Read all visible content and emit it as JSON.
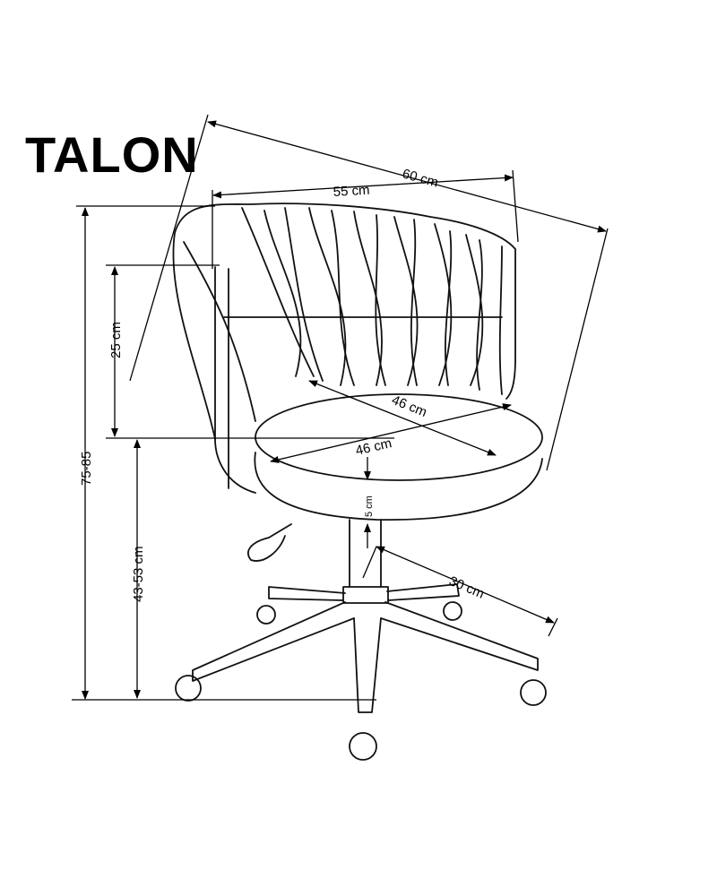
{
  "title": "TALON",
  "dimensions": {
    "overall_width": "60 cm",
    "back_width": "55 cm",
    "back_height": "25 cm",
    "total_height": "75-85",
    "seat_height": "43-53 cm",
    "seat_depth": "46 cm",
    "seat_width": "46 cm",
    "seat_thickness": "5 cm",
    "base_radius": "30 cm"
  }
}
